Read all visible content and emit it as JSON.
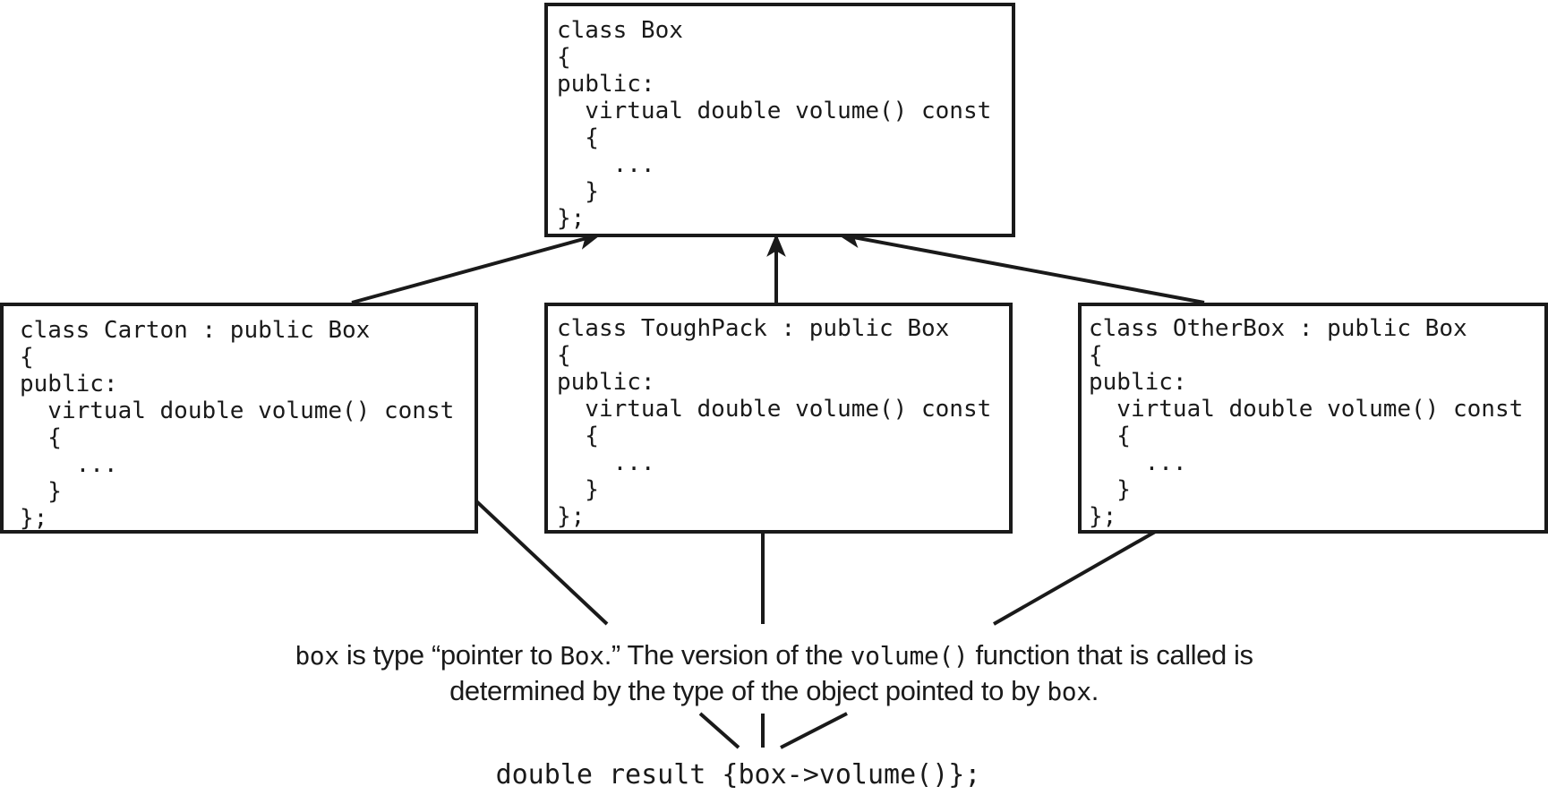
{
  "base_class": {
    "code": "class Box\n{\npublic:\n  virtual double volume() const\n  {\n    ...\n  }\n};"
  },
  "derived_classes": [
    {
      "code": "class Carton : public Box\n{\npublic:\n  virtual double volume() const\n  {\n    ...\n  }\n};"
    },
    {
      "code": "class ToughPack : public Box\n{\npublic:\n  virtual double volume() const\n  {\n    ...\n  }\n};"
    },
    {
      "code": "class OtherBox : public Box\n{\npublic:\n  virtual double volume() const\n  {\n    ...\n  }\n};"
    }
  ],
  "caption": {
    "line1": {
      "part1_mono": "box",
      "part2": " is type “pointer to ",
      "part3_mono": "Box",
      "part4": ".” The version of the ",
      "part5_mono": "volume()",
      "part6": " function that is called is"
    },
    "line2": {
      "part1": "determined by the type of the object pointed to by ",
      "part2_mono": "box",
      "part3": "."
    }
  },
  "call_statement": "double result {box->volume()};",
  "colors": {
    "ink": "#1a1a1a",
    "background": "#ffffff"
  }
}
